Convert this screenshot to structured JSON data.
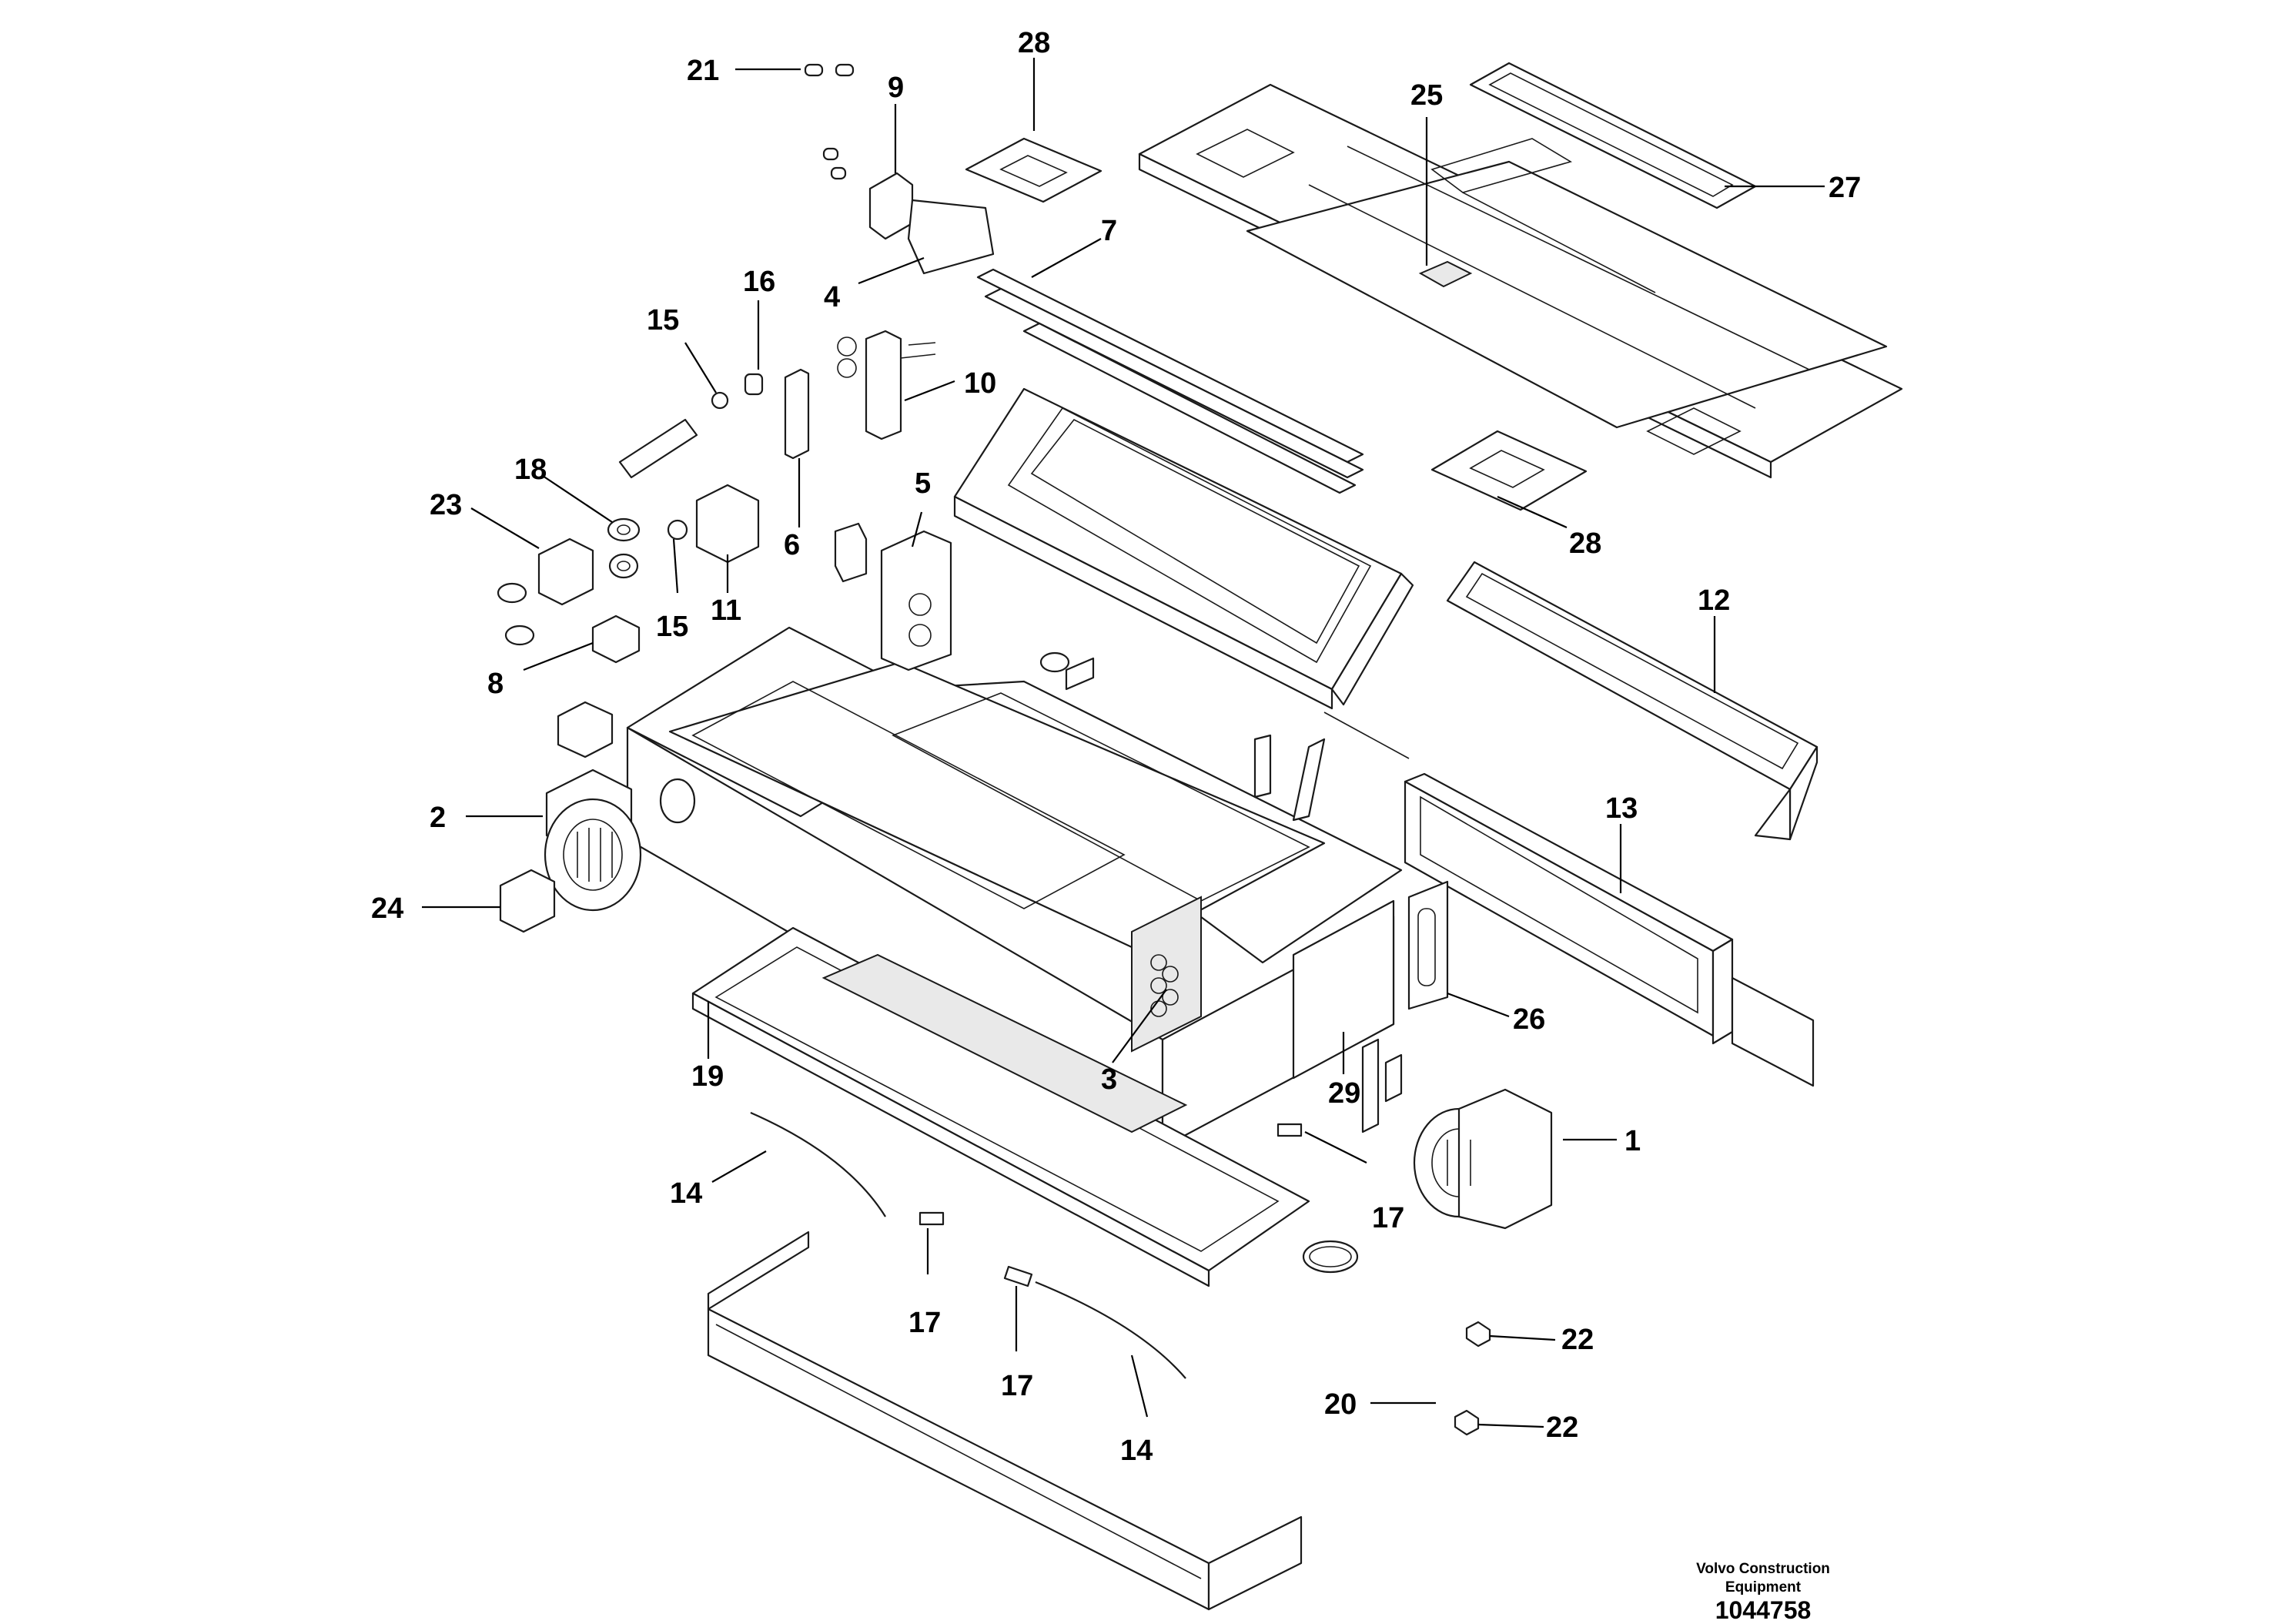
{
  "callouts": [
    {
      "label": "21"
    },
    {
      "label": "9"
    },
    {
      "label": "28"
    },
    {
      "label": "25"
    },
    {
      "label": "27"
    },
    {
      "label": "7"
    },
    {
      "label": "4"
    },
    {
      "label": "16"
    },
    {
      "label": "15"
    },
    {
      "label": "10"
    },
    {
      "label": "5"
    },
    {
      "label": "18"
    },
    {
      "label": "23"
    },
    {
      "label": "6"
    },
    {
      "label": "11"
    },
    {
      "label": "15"
    },
    {
      "label": "28"
    },
    {
      "label": "12"
    },
    {
      "label": "8"
    },
    {
      "label": "13"
    },
    {
      "label": "2"
    },
    {
      "label": "24"
    },
    {
      "label": "26"
    },
    {
      "label": "3"
    },
    {
      "label": "29"
    },
    {
      "label": "19"
    },
    {
      "label": "1"
    },
    {
      "label": "14"
    },
    {
      "label": "17"
    },
    {
      "label": "17"
    },
    {
      "label": "17"
    },
    {
      "label": "22"
    },
    {
      "label": "20"
    },
    {
      "label": "22"
    },
    {
      "label": "14"
    }
  ],
  "footer": {
    "line1": "Volvo Construction",
    "line2": "Equipment",
    "id": "1044758"
  }
}
